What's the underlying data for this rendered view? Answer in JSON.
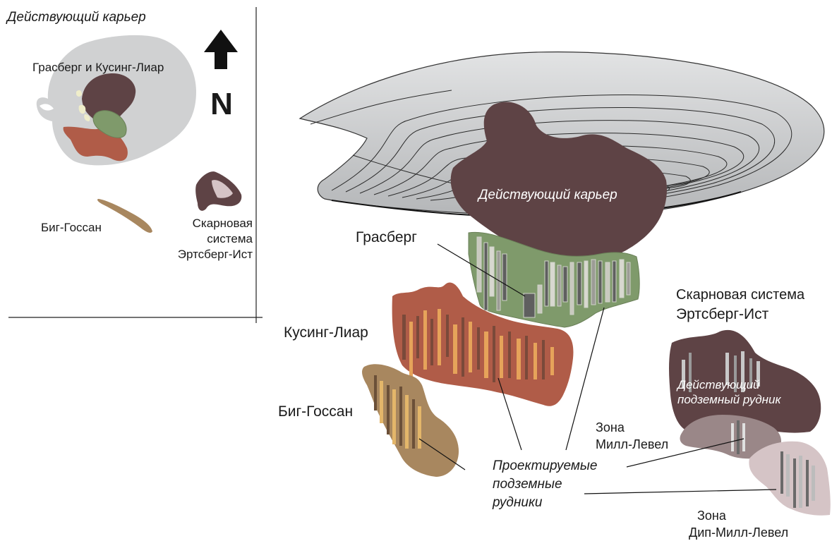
{
  "inset": {
    "title": "Действующий карьер",
    "grasberg_kucing": "Грасберг и Кусинг-Лиар",
    "north_letter": "N",
    "big_gossan": "Биг-Госсан",
    "skarn_l1": "Скарновая",
    "skarn_l2": "система",
    "skarn_l3": "Эртсберг-Ист"
  },
  "main": {
    "pit_label": "Действующий карьер",
    "grasberg": "Грасберг",
    "kucing_liar": "Кусинг-Лиар",
    "big_gossan": "Биг-Госсан",
    "skarn_l1": "Скарновая система",
    "skarn_l2": "Эртсберг-Ист",
    "underground_l1": "Действующий",
    "underground_l2": "подземный рудник",
    "mill_l1": "Зона",
    "mill_l2": "Милл-Левел",
    "projected_l1": "Проектируемые",
    "projected_l2": "подземные",
    "projected_l3": "рудники",
    "dmlz_l1": "Зона",
    "dmlz_l2": "Дип-Милл-Левел"
  },
  "colors": {
    "pit_grey": "#c8c9cb",
    "grasberg_brown": "#5e4345",
    "green": "#7f9a6b",
    "red": "#b05c48",
    "tan": "#a8875f",
    "mauve": "#9a8788",
    "pink": "#d5c4c6"
  }
}
